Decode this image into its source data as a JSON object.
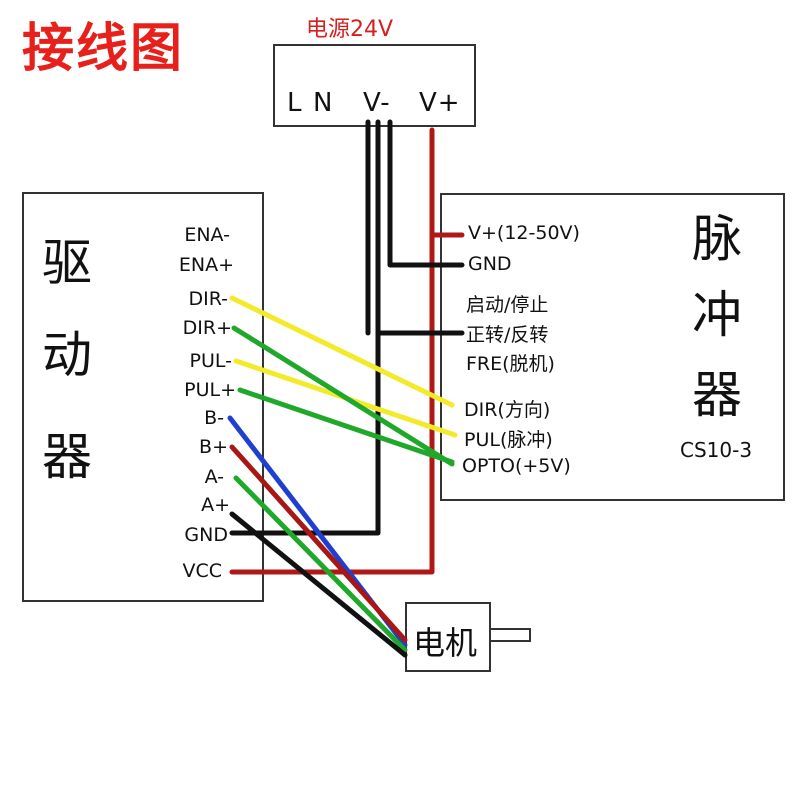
{
  "title": "接线图",
  "power_supply": {
    "label": "电源24V",
    "terminals": [
      "L",
      "N",
      "V-",
      "V+"
    ]
  },
  "driver": {
    "name_chars": [
      "驱",
      "动",
      "器"
    ],
    "pins": [
      "ENA-",
      "ENA+",
      "DIR-",
      "DIR+",
      "PUL-",
      "PUL+",
      "B-",
      "B+",
      "A-",
      "A+",
      "GND",
      "VCC"
    ]
  },
  "pulse_generator": {
    "name_chars": [
      "脉",
      "冲",
      "器"
    ],
    "model": "CS10-3",
    "pins": [
      "V+(12-50V)",
      "GND",
      "启动/停止",
      "正转/反转",
      "FRE(脱机)",
      "DIR(方向)",
      "PUL(脉冲)",
      "OPTO(+5V)"
    ]
  },
  "motor": {
    "label": "电机"
  },
  "colors": {
    "title": "#e8201b",
    "red_wire": "#b01818",
    "black_wire": "#111111",
    "yellow_wire": "#f2ea2a",
    "green_wire": "#1fa82a",
    "blue_wire": "#1f3fd0",
    "dark_red_wire": "#a81616"
  }
}
